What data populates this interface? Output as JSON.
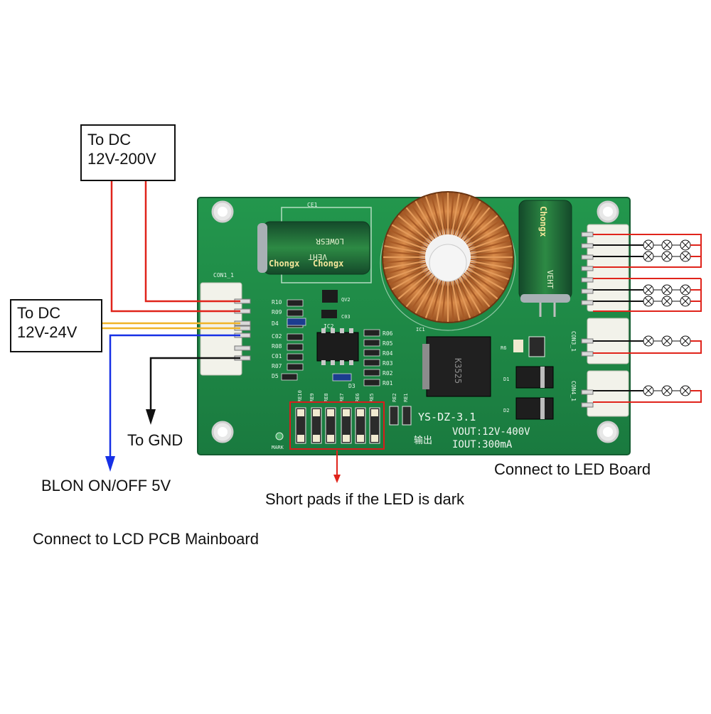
{
  "labels": {
    "dc_high": [
      "To DC",
      "12V-200V"
    ],
    "dc_low": [
      "To DC",
      "12V-24V"
    ],
    "gnd": "To GND",
    "blon": "BLON ON/OFF 5V",
    "mainboard": "Connect to LCD PCB Mainboard",
    "short_pads": "Short pads if the LED is dark",
    "led_board": "Connect to LED Board"
  },
  "board": {
    "model": "YS-DZ-3.1",
    "vout": "VOUT:12V-400V",
    "iout": "IOUT:300mA",
    "output_cn": "输出",
    "mark": "MARK",
    "ce1": "CE1",
    "con1": "CON1_1",
    "con3": "CON3_1",
    "con4": "CON4_1",
    "ic1": "IC1",
    "ic2": "IC2",
    "qv2": "QV2",
    "cap_brand": "Chongx",
    "cap_text_a": "VEHT",
    "cap_text_b": "LOWESR",
    "mosfet": "K3525",
    "refs_left": [
      "R10",
      "R09",
      "D4",
      "C02",
      "R08",
      "C01",
      "R07",
      "D5"
    ],
    "refs_right": [
      "R06",
      "R05",
      "R04",
      "R03",
      "R02",
      "R01"
    ],
    "refs_pads": [
      "RE10",
      "RE9",
      "RE8",
      "RE7",
      "RE6",
      "RE5",
      "RE2",
      "RE1"
    ],
    "refs_misc": [
      "C03",
      "D3",
      "D1",
      "D2",
      "R6"
    ]
  },
  "colors": {
    "board": "#1f8a45",
    "board_dark": "#16683a",
    "wire_red": "#e0241b",
    "wire_yellow": "#f0b429",
    "wire_blue": "#1630e6",
    "wire_black": "#111111",
    "highlight": "#d91c1c",
    "copper": "#c8743a"
  }
}
